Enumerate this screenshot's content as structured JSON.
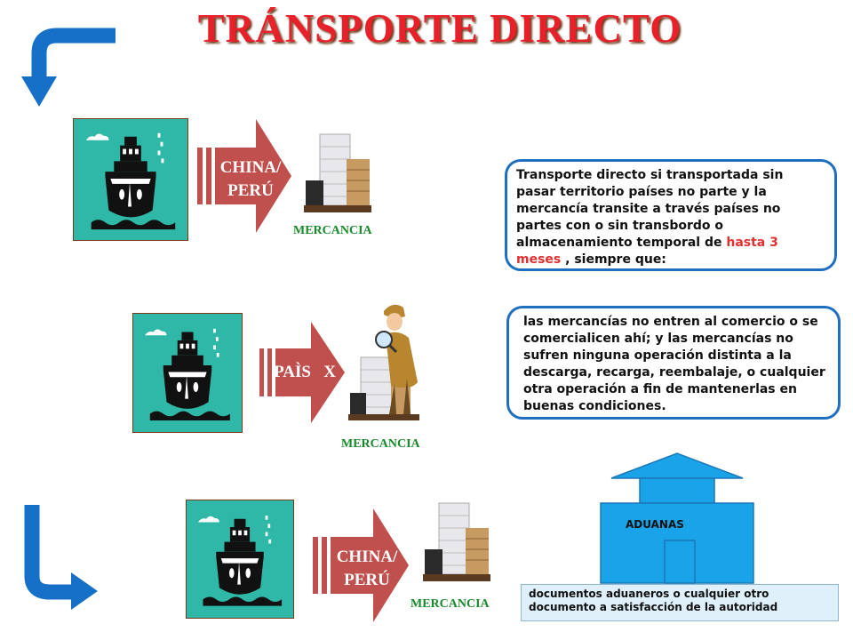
{
  "slide": {
    "title": "TRÁNSPORTE DIRECTO",
    "rows": [
      {
        "route_label_line1": "CHINA/",
        "route_label_line2": "PERÚ",
        "cargo_label": "MERCANCIA"
      },
      {
        "route_label_line1": "PAÌS   X",
        "cargo_label": "MERCANCIA"
      },
      {
        "route_label_line1": "CHINA/",
        "route_label_line2": "PERÚ",
        "cargo_label": "MERCANCIA"
      }
    ],
    "bubble1": {
      "text_before": "Transporte directo si transportada sin pasar  territorio países no parte y la mercancía   transite a través países no partes  con o sin transbordo o almacenamiento temporal de ",
      "highlight": "hasta 3 meses",
      "text_after": " , siempre que:"
    },
    "bubble2": {
      "text": "las mercancías no entren al comercio o se comercialicen ahí; y las mercancías no sufren ninguna operación distinta a la descarga, recarga, reembalaje, o cualquier otra operación a fin de mantenerlas en buenas condiciones."
    },
    "customs": {
      "label": "ADUANAS"
    },
    "doc_note": {
      "line1": "documentos aduaneros o  cualquier otro",
      "line2": "documento a satisfacción de la autoridad"
    },
    "colors": {
      "title": "#e8202a",
      "ship_panel": "#2fb8a8",
      "arrow": "#c0504d",
      "cargo_label": "#1a8a2a",
      "bubble_border": "#1e6fc0",
      "customs": "#1aa3e8",
      "curved_arrow": "#1670c8"
    },
    "icons": [
      "curved-arrow-down-left-icon",
      "ship-icon",
      "pallet-bags-icon",
      "detective-icon",
      "customs-building-icon",
      "curved-arrow-down-right-icon"
    ]
  }
}
